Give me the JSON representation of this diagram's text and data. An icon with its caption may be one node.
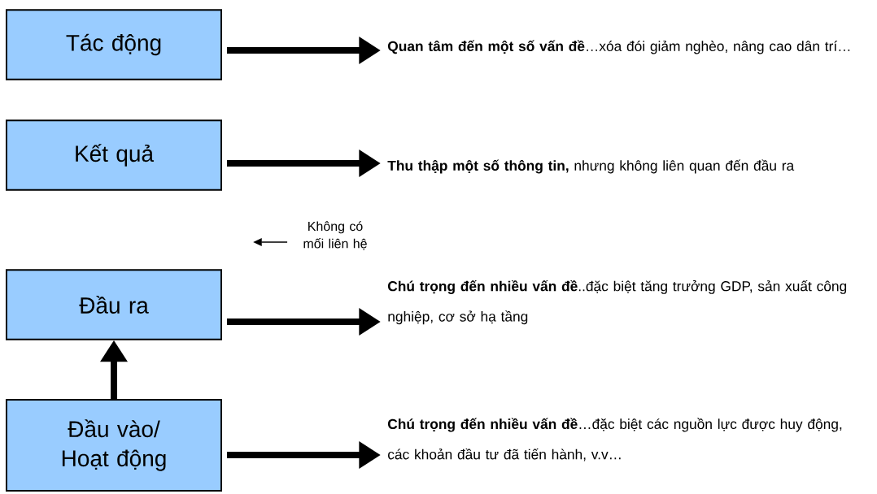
{
  "diagram": {
    "nodes": [
      {
        "text": [
          "Tác động"
        ]
      },
      {
        "text": [
          "Kết quả"
        ]
      },
      {
        "text": [
          "Đầu ra"
        ]
      },
      {
        "text": [
          "Đầu vào/ Hoạt động"
        ]
      },
      {
        "text": [
          "**Quan tâm đến một số vấn đề**…xóa đói giảm nghèo, nâng cao dân trí…"
        ]
      },
      {
        "text": [
          "**Thu thập một số thông tin,** nhưng không liên quan đến đầu ra"
        ]
      },
      {
        "text": [
          "**Chú trọng đến nhiều vấn đề**..đặc biệt tăng trưởng GDP, sản xuất công nghiệp, cơ sở hạ tầng"
        ]
      },
      {
        "text": [
          "**Chú trọng đến nhiều vấn đề**…đặc biệt các nguồn lực được huy động, các khoản đầu tư đã tiến hành, v.v…"
        ]
      },
      {
        "text": [
          "Không có mối liên hệ"
        ]
      }
    ],
    "edges": [
      {
        "from": 0,
        "to": 4,
        "arrow": "to"
      },
      {
        "from": 1,
        "to": 5,
        "arrow": "to"
      },
      {
        "from": 2,
        "to": 6,
        "arrow": "to"
      },
      {
        "from": 3,
        "to": 7,
        "arrow": "to"
      },
      {
        "from": 3,
        "to": 2,
        "arrow": "to"
      },
      {
        "from": 8,
        "to": null,
        "arrow": "to"
      }
    ]
  }
}
